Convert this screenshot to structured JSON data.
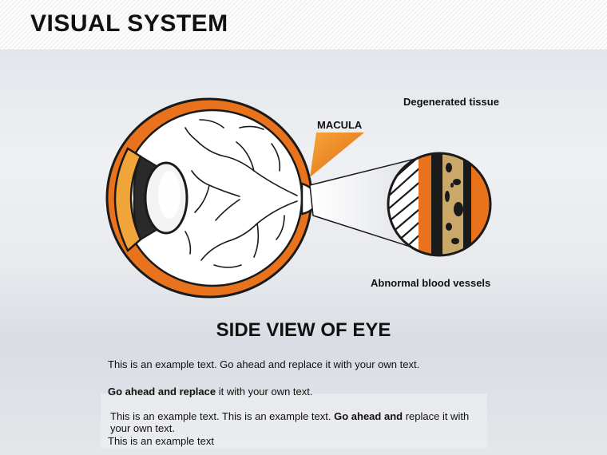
{
  "header": {
    "title": "VISUAL SYSTEM"
  },
  "diagram": {
    "labels": {
      "degenerated": "Degenerated tissue",
      "macula": "MACULA",
      "abnormal": "Abnormal blood vessels"
    },
    "colors": {
      "accent": "#e8731c",
      "outline": "#1a1a1a",
      "sclera": "#ffffff"
    }
  },
  "section": {
    "title": "SIDE VIEW OF EYE"
  },
  "text": {
    "p1": "This is an example text. Go ahead and replace it with your own text.",
    "p2_bold": "Go ahead and replace",
    "p2_rest": " it with your own text.",
    "p3_a": "This is an example text. This is an example text. ",
    "p3_bold": "Go ahead and",
    "p3_b": " replace it with your own text.",
    "p4": "This is an example text"
  }
}
